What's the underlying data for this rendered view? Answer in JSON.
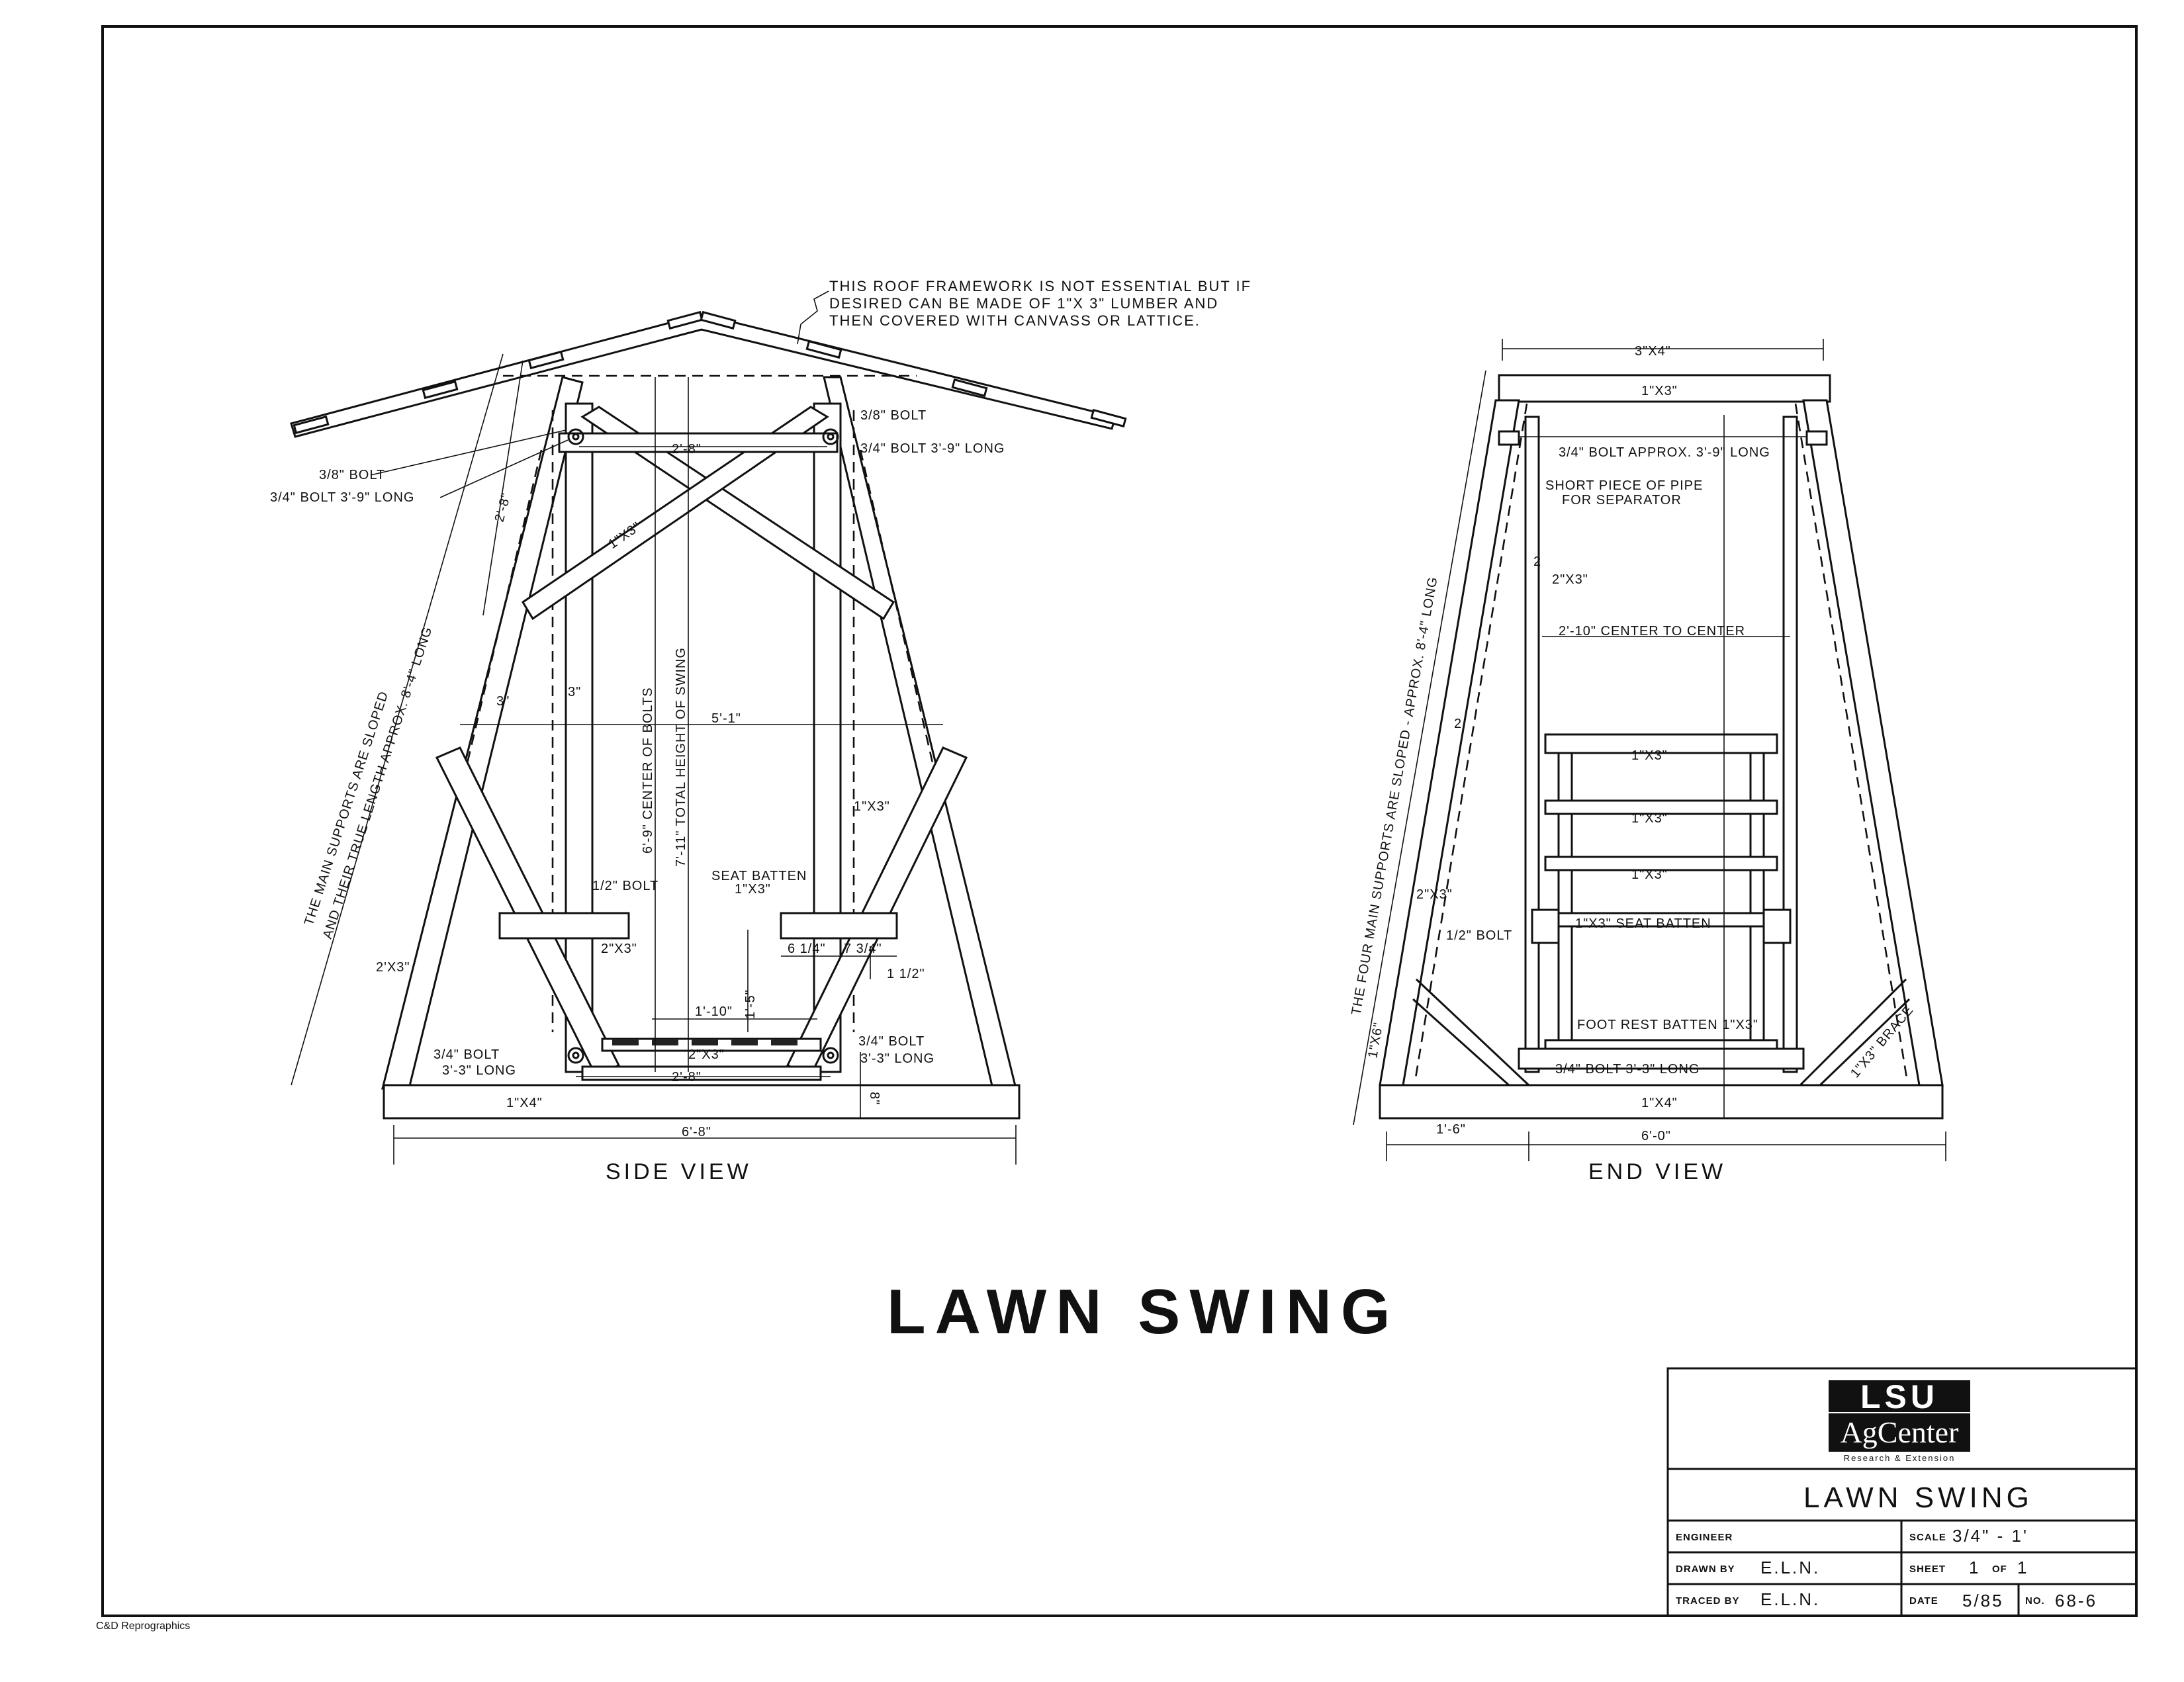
{
  "title": "LAWN SWING",
  "roof_note": [
    "THIS ROOF FRAMEWORK IS NOT ESSENTIAL BUT IF",
    "DESIRED CAN BE MADE OF 1\"X 3\" LUMBER AND",
    "THEN COVERED WITH CANVASS OR LATTICE."
  ],
  "side_view": {
    "label": "SIDE VIEW",
    "slope_note": [
      "THE MAIN SUPPORTS ARE SLOPED",
      "AND THEIR TRUE LENGTH APPROX. 8'-4\" LONG"
    ],
    "bolt_38_left": "3/8\" BOLT",
    "bolt_34_left": "3/4\" BOLT 3'-9\" LONG",
    "bolt_38_right": "3/8\" BOLT",
    "bolt_34_right": "3/4\" BOLT 3'-9\" LONG",
    "dim_top_width": "2'-8\"",
    "dim_upper_length": "2'-8\"",
    "brace": "1\"X3\"",
    "height_bolts": "6'-9\" CENTER OF BOLTS",
    "height_total": "7'-11\" TOTAL HEIGHT OF SWING",
    "dim_3a": "3\"",
    "dim_3b": "3\"",
    "dim_mid_width": "5'-1\"",
    "brace_right": "1\"X3\"",
    "bolt_half": "1/2\" BOLT",
    "seat_2x3": "2\"X3\"",
    "seat_batten": "SEAT BATTEN",
    "seat_batten_size": "1\"X3\"",
    "dim_6_1_4": "6 1/4\"",
    "dim_7_3_4": "7 3/4\"",
    "dim_1_1_2": "1 1/2\"",
    "dim_1_5": "1'-5\"",
    "dim_1_10": "1'-10\"",
    "side_2x3": "2'X3\"",
    "bolt_bottom_left": "3/4\" BOLT",
    "bolt_bottom_left_len": "3'-3\" LONG",
    "bolt_bottom_right": "3/4\" BOLT",
    "bolt_bottom_right_len": "3'-3\" LONG",
    "floor_2x3": "2\"X3\"",
    "dim_2_8_bottom": "2'-8\"",
    "base_board": "1\"X4\"",
    "dim_8": "8\"",
    "dim_base": "6'-8\""
  },
  "end_view": {
    "label": "END VIEW",
    "top_3x4": "3\"X4\"",
    "top_1x3": "1\"X3\"",
    "bolt_top": "3/4\" BOLT APPROX. 3'-9\" LONG",
    "pipe_note": [
      "SHORT PIECE OF PIPE",
      "FOR SEPARATOR"
    ],
    "dim_2_top": "2",
    "hanger_2x3": "2\"X3\"",
    "dim_center": "2'-10\" CENTER TO CENTER",
    "dim_2_mid": "2",
    "slope_note": "THE FOUR MAIN SUPPORTS ARE SLOPED - APPROX. 8'-4\" LONG",
    "back_slats": [
      "1\"X3\"",
      "1\"X3\"",
      "1\"X3\""
    ],
    "post_2x3": "2\"X3\"",
    "bolt_half": "1/2\" BOLT",
    "seat_batten": "1\"X3\" SEAT BATTEN",
    "foot_rest": "FOOT REST BATTEN 1\"X3\"",
    "bolt_bottom": "3/4\" BOLT 3'-3\" LONG",
    "board_1x6": "1\"X6\"",
    "brace": "1\"X3\" BRACE",
    "base_board": "1\"X4\"",
    "dim_1_6": "1'-6\"",
    "dim_base": "6'-0\""
  },
  "title_block": {
    "logo_top": "LSU",
    "logo_mid": "AgCenter",
    "logo_sub": "Research & Extension",
    "title": "LAWN SWING",
    "engineer_label": "ENGINEER",
    "engineer": "",
    "scale_label": "SCALE",
    "scale": "3/4\" - 1'",
    "drawn_label": "DRAWN BY",
    "drawn": "E.L.N.",
    "sheet_label": "SHEET",
    "sheet": "1",
    "of_label": "OF",
    "of": "1",
    "traced_label": "TRACED BY",
    "traced": "E.L.N.",
    "date_label": "DATE",
    "date": "5/85",
    "no_label": "NO.",
    "no": "68-6"
  },
  "reprint": "C&D Reprographics"
}
